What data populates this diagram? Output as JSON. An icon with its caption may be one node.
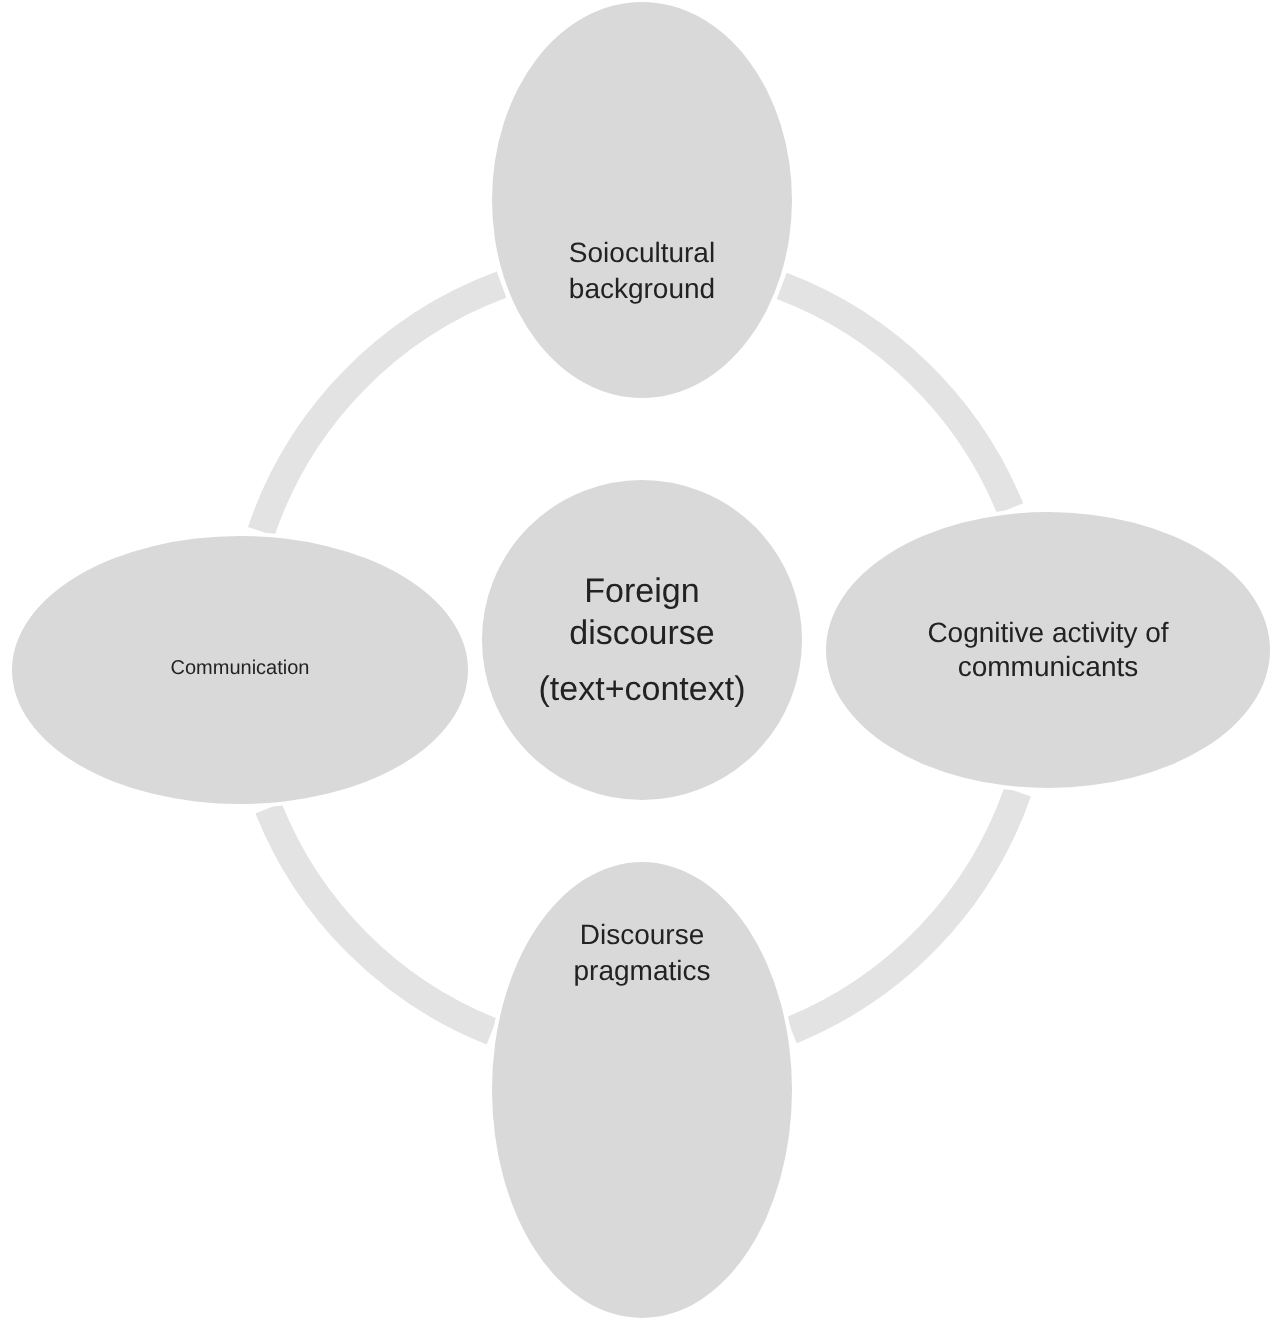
{
  "diagram": {
    "nodes": [
      {
        "text": [
          "Soiocultural background"
        ]
      },
      {
        "text": [
          "Communication"
        ]
      },
      {
        "text": [
          "Foreign discourse",
          "(text+context)"
        ]
      },
      {
        "text": [
          "Cognitive activity of communicants"
        ]
      },
      {
        "text": [
          "Discourse pragmatics"
        ]
      }
    ],
    "edges": [
      {
        "from": 0,
        "to": 3,
        "arrow": "none"
      },
      {
        "from": 3,
        "to": 4,
        "arrow": "none"
      },
      {
        "from": 4,
        "to": 1,
        "arrow": "none"
      },
      {
        "from": 1,
        "to": 0,
        "arrow": "none"
      }
    ]
  }
}
